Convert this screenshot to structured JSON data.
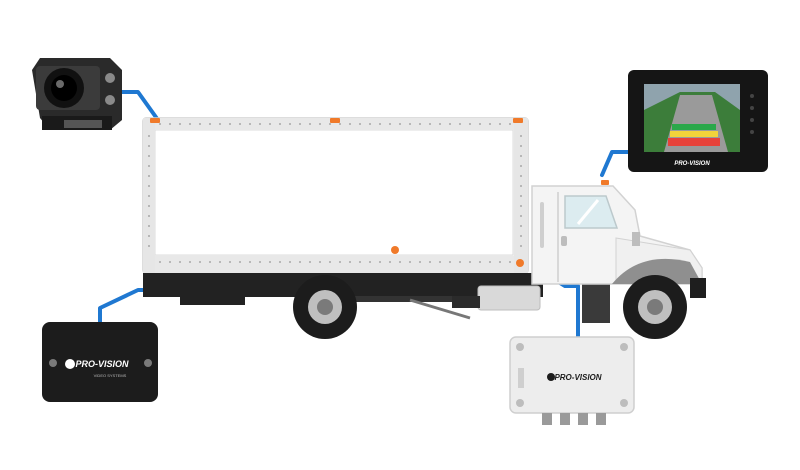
{
  "brand": {
    "name": "PRO-VISION",
    "tagline": "VIDEO SYSTEMS"
  },
  "colors": {
    "cable": "#1f78d1",
    "truck_body": "#f4f4f4",
    "truck_outline": "#d2d2d2",
    "chassis": "#222222",
    "marker_lights": "#f07a2a",
    "device_black": "#1c1c1c",
    "junction_box": "#ededed",
    "screen_grass": "#3c7d3a"
  },
  "components": [
    {
      "name": "camera",
      "icon": "rear-camera-icon"
    },
    {
      "name": "monitor",
      "icon": "rear-view-monitor-icon"
    },
    {
      "name": "recorder",
      "icon": "black-recorder-box-icon"
    },
    {
      "name": "junction-box",
      "icon": "junction-box-icon"
    }
  ],
  "monitor_overlay": {
    "guide_colors": [
      "#2aa84a",
      "#f2d33b",
      "#e8423a"
    ]
  }
}
